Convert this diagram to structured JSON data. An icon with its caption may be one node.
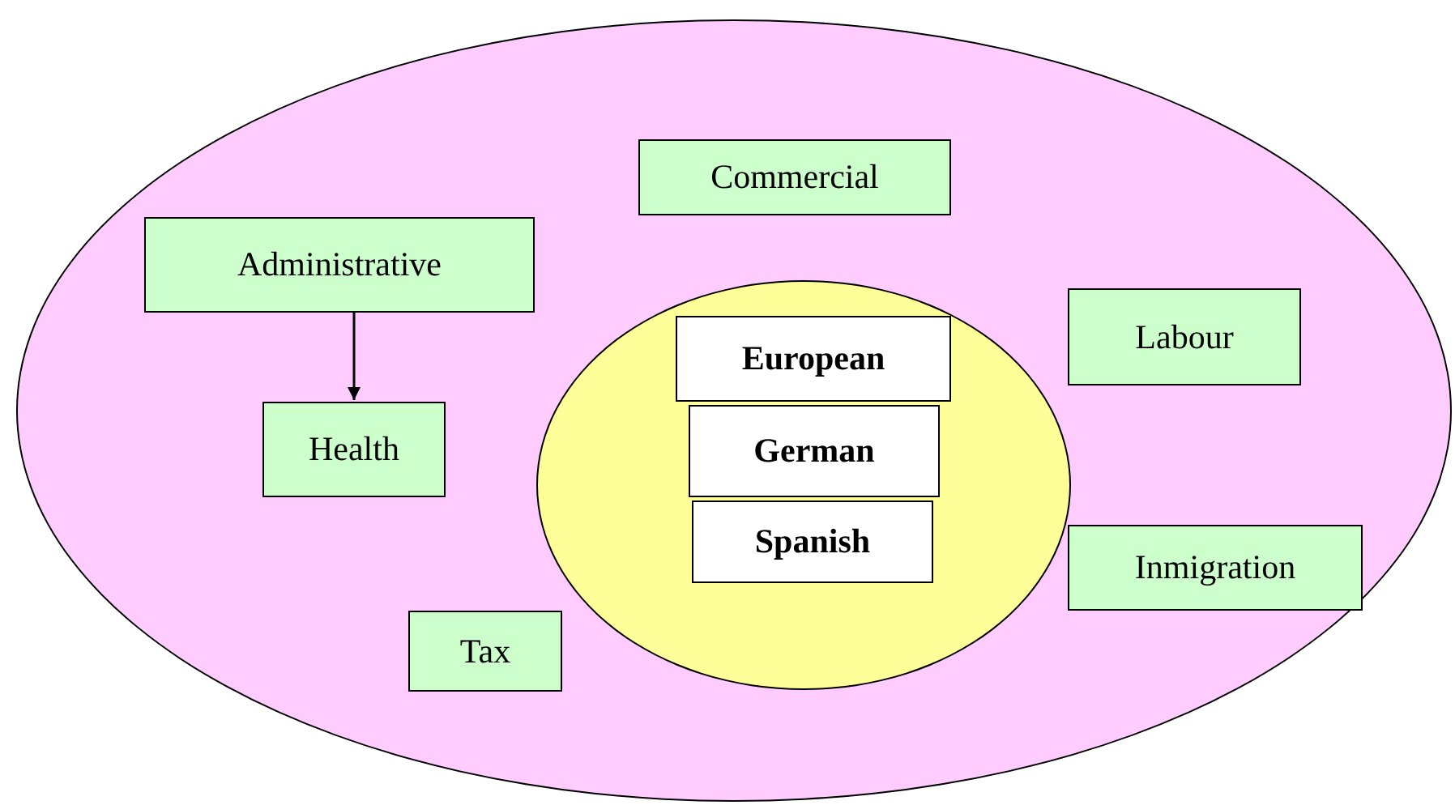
{
  "diagram": {
    "nodes": [
      {
        "text": [],
        "shape": "ellipse"
      },
      {
        "text": [
          "Commercial"
        ],
        "in": 0
      },
      {
        "text": [
          "Administrative"
        ],
        "in": 0
      },
      {
        "text": [
          "Labour"
        ],
        "in": 0
      },
      {
        "text": [],
        "shape": "ellipse",
        "in": 0
      },
      {
        "text": [
          "European"
        ],
        "in": 4
      },
      {
        "text": [
          "Health"
        ],
        "in": 0
      },
      {
        "text": [
          "German"
        ],
        "in": 4
      },
      {
        "text": [
          "Spanish"
        ],
        "in": 4
      },
      {
        "text": [
          "Inmigration"
        ],
        "in": 0
      },
      {
        "text": [
          "Tax"
        ],
        "in": 0
      }
    ],
    "edges": [
      {
        "from": 2,
        "to": 6,
        "arrow": "to"
      }
    ]
  }
}
